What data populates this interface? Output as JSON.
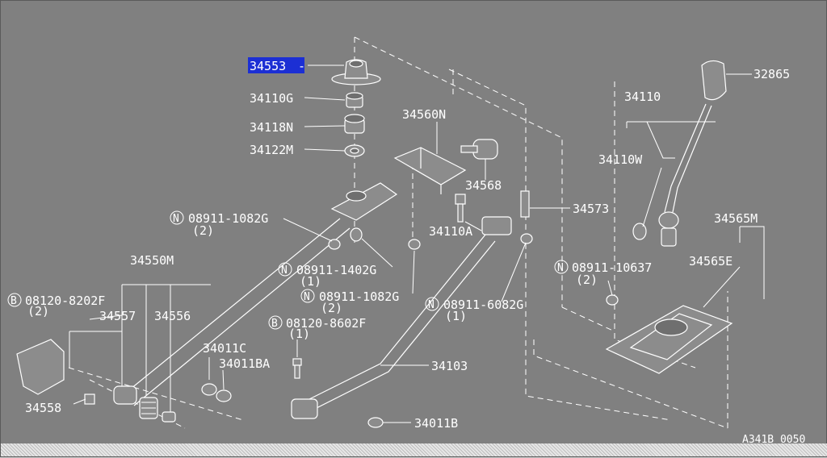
{
  "diagram": {
    "selected_part": "34553",
    "reference_code": "A341B 0050",
    "labels": {
      "p34553": "34553",
      "p34110G": "34110G",
      "p34118N": "34118N",
      "p34122M": "34122M",
      "p34560N": "34560N",
      "p34568": "34568",
      "p34573": "34573",
      "p34110A": "34110A",
      "p32865": "32865",
      "p34110": "34110",
      "p34110W": "34110W",
      "p34565M": "34565M",
      "p34565E": "34565E",
      "p34550M": "34550M",
      "p34557": "34557",
      "p34556": "34556",
      "p34558": "34558",
      "p34011C": "34011C",
      "p34011BA": "34011BA",
      "p34103": "34103",
      "p34011B": "34011B",
      "n1_code": "08911-1082G",
      "n1_qty": "(2)",
      "n2_code": "08911-1402G",
      "n2_qty": "(1)",
      "n3_code": "08911-1082G",
      "n3_qty": "(2)",
      "n4_code": "08911-6082G",
      "n4_qty": "(1)",
      "n5_code": "08911-10637",
      "n5_qty": "(2)",
      "b1_code": "08120-8202F",
      "b1_qty": "(2)",
      "b2_code": "08120-8602F",
      "b2_qty": "(1)",
      "prefix_n": "N",
      "prefix_b": "B"
    }
  }
}
